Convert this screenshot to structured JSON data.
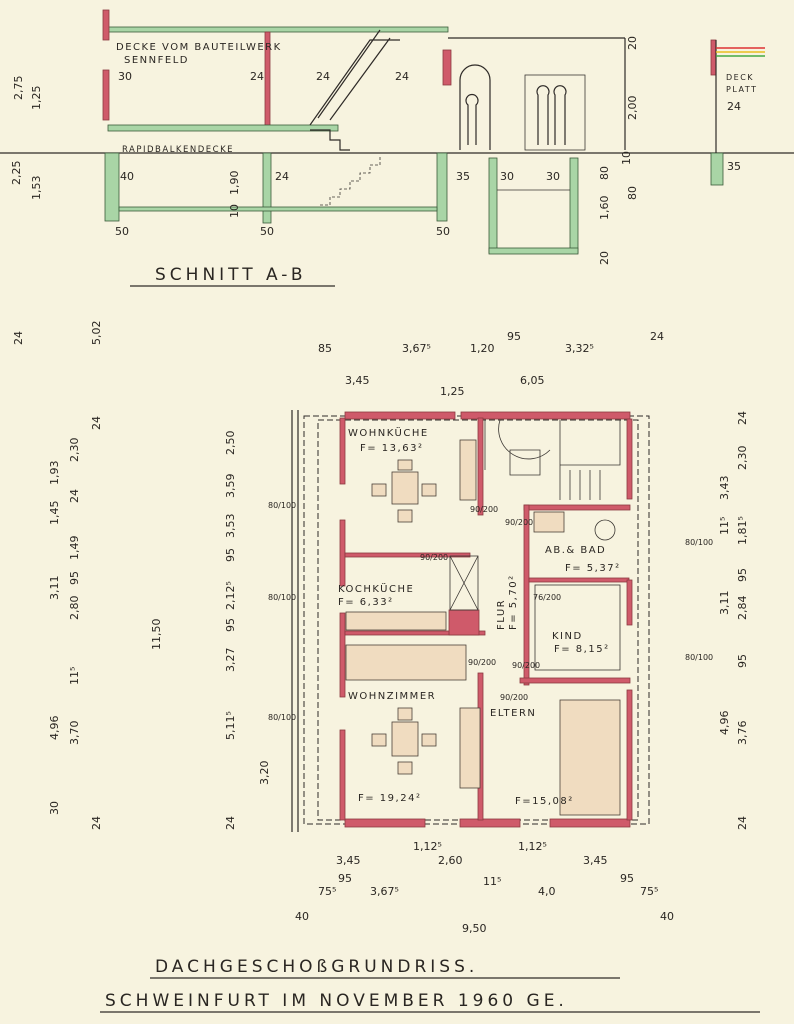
{
  "section": {
    "title": "SCHNITT A-B",
    "ceiling_upper": "DECKE VOM BAUTEILWERK",
    "ceiling_upper_2": "SENNFELD",
    "ceiling_lower": "RAPIDBALKENDECKE",
    "right_label_1": "DECK",
    "right_label_2": "PLATT",
    "dims": [
      "2,25",
      "2,75",
      "1,53",
      "1,25",
      "30",
      "24",
      "24",
      "24",
      "40",
      "1,90",
      "24",
      "35",
      "30",
      "30",
      "50",
      "50",
      "50",
      "20",
      "2,00",
      "10",
      "80",
      "1,60",
      "80",
      "20",
      "35",
      "24",
      "10"
    ]
  },
  "plan": {
    "rooms": [
      {
        "name": "WOHNKÜCHE",
        "area": "F= 13,63²"
      },
      {
        "name": "KOCHKÜCHE",
        "area": "F= 6,33²"
      },
      {
        "name": "WOHNZIMMER",
        "area": "F= 19,24²"
      },
      {
        "name": "FLUR",
        "area": "F= 5,70²"
      },
      {
        "name": "AB.& BAD",
        "area": "F= 5,37²"
      },
      {
        "name": "KIND",
        "area": "F= 8,15²"
      },
      {
        "name": "ELTERN",
        "area": "F=15,08²"
      }
    ],
    "door_labels": [
      "90/200",
      "90/200",
      "90/200",
      "76/200",
      "90/200",
      "90/200",
      "90/200",
      "80/100",
      "80/100",
      "80/100",
      "80/100",
      "80/100"
    ],
    "dims_top": [
      "85",
      "3,67⁵",
      "1,20",
      "95",
      "3,32⁵",
      "24",
      "3,45",
      "6,05",
      "1,25"
    ],
    "dims_bottom": [
      "3,45",
      "1,12⁵",
      "2,60",
      "1,12⁵",
      "3,45",
      "75⁵",
      "95",
      "3,67⁵",
      "11⁵",
      "4,0",
      "95",
      "75⁵",
      "40",
      "9,50",
      "40"
    ],
    "dims_left": [
      "24",
      "5,02",
      "1,93",
      "2,30",
      "24",
      "1,45",
      "24",
      "1,49",
      "95",
      "3,11",
      "2,80",
      "11⁵",
      "4,96",
      "3,70",
      "30",
      "11,50",
      "24",
      "2,50",
      "3,59",
      "3,53",
      "95",
      "2,12⁵",
      "95",
      "3,27",
      "5,11⁵",
      "3,20",
      "24"
    ],
    "dims_right": [
      "24",
      "3,43",
      "2,30",
      "11⁵",
      "1,81⁵",
      "95",
      "3,11",
      "2,84",
      "95",
      "4,96",
      "3,76",
      "24"
    ]
  },
  "footer": {
    "title": "DACHGESCHOßGRUNDRISS.",
    "subtitle": "SCHWEINFURT IM NOVEMBER 1960 GE."
  }
}
